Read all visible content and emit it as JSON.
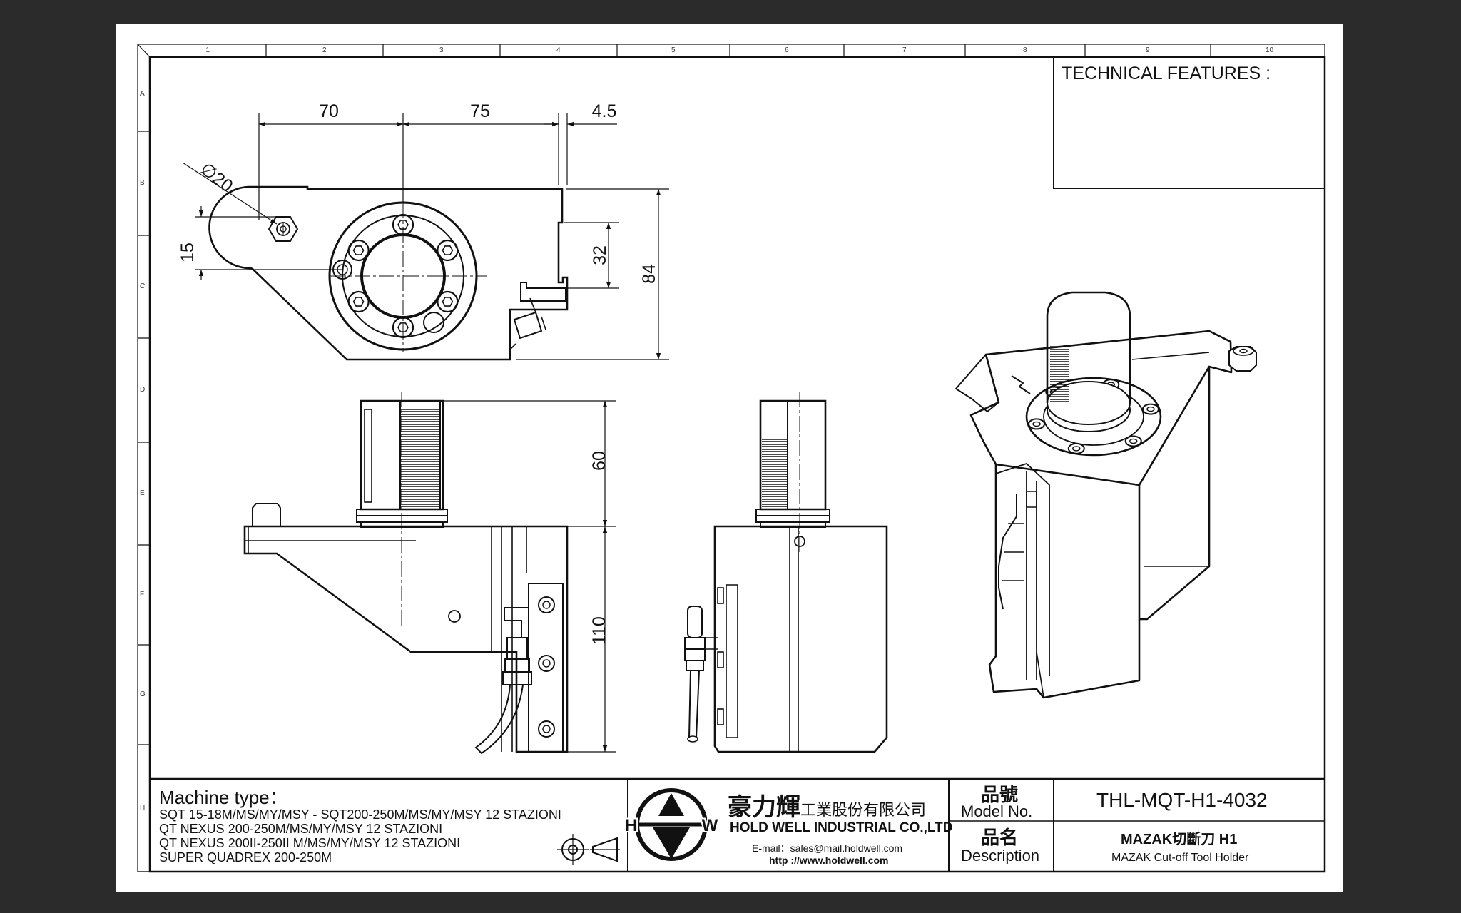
{
  "zones": {
    "columns": [
      "1",
      "2",
      "3",
      "4",
      "5",
      "6",
      "7",
      "8",
      "9",
      "10"
    ],
    "rows": [
      "A",
      "B",
      "C",
      "D",
      "E",
      "F",
      "G",
      "H"
    ]
  },
  "technical_features": {
    "title": "TECHNICAL FEATURES :"
  },
  "dimensions": {
    "d70": "70",
    "d75": "75",
    "d4_5": "4.5",
    "d_phi20": "∅20",
    "d15": "15",
    "d32": "32",
    "d84": "84",
    "d60": "60",
    "d110": "110"
  },
  "machine_type": {
    "title": "Machine type：",
    "lines": [
      "SQT 15-18M/MS/MY/MSY - SQT200-250M/MS/MY/MSY 12 STAZIONI",
      "QT NEXUS 200-250M/MS/MY/MSY 12 STAZIONI",
      "QT NEXUS 200II-250II M/MS/MY/MSY 12 STAZIONI",
      "SUPER QUADREX 200-250M"
    ]
  },
  "company": {
    "name_cn": "豪力輝",
    "name_cn_suffix": "工業股份有限公司",
    "name_en": "HOLD WELL INDUSTRIAL CO.,LTD",
    "email": "E-mail：sales@mail.holdwell.com",
    "web": "http ://www.holdwell.com",
    "logo_letters": [
      "H",
      "W"
    ]
  },
  "title_block": {
    "model_label_cn": "品號",
    "model_label_en": "Model  No.",
    "model_value": "THL-MQT-H1-4032",
    "desc_label_cn": "品名",
    "desc_label_en": "Description",
    "desc_value_cn": "MAZAK切斷刀 H1",
    "desc_value_en": "MAZAK Cut-off Tool Holder"
  },
  "colors": {
    "background": "#2b2b2b",
    "paper": "#ffffff",
    "ink": "#111111"
  }
}
